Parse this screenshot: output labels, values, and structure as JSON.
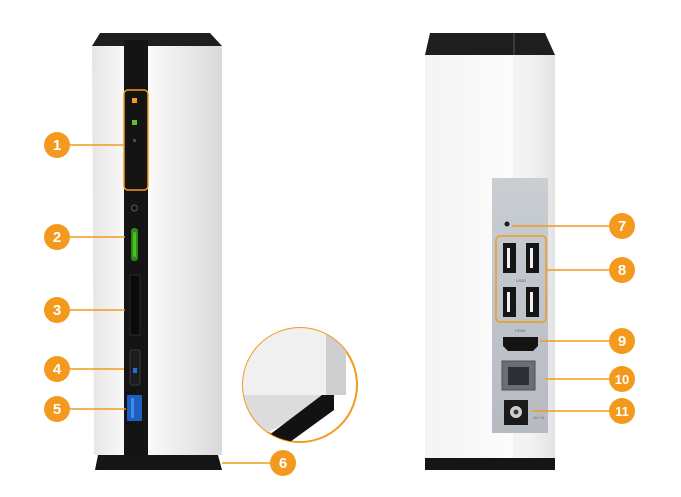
{
  "figure": {
    "accent_color": "#f39a1e",
    "device_front": {
      "ports": [
        "status-led-lan",
        "status-led-disk",
        "power-button",
        "sd-card-slot",
        "copy-button",
        "usb3-port",
        "drive-tray-base"
      ]
    },
    "device_rear": {
      "ports": [
        "reset-button",
        "usb2-ports",
        "hdmi-port",
        "ethernet-port",
        "power-input"
      ],
      "port_labels": {
        "usb": "USB2",
        "hdmi": "HDMI",
        "power": "DC IN"
      }
    },
    "callouts": [
      {
        "number": "1"
      },
      {
        "number": "2"
      },
      {
        "number": "3"
      },
      {
        "number": "4"
      },
      {
        "number": "5"
      },
      {
        "number": "6"
      },
      {
        "number": "7"
      },
      {
        "number": "8"
      },
      {
        "number": "9"
      },
      {
        "number": "10"
      },
      {
        "number": "11"
      }
    ]
  }
}
